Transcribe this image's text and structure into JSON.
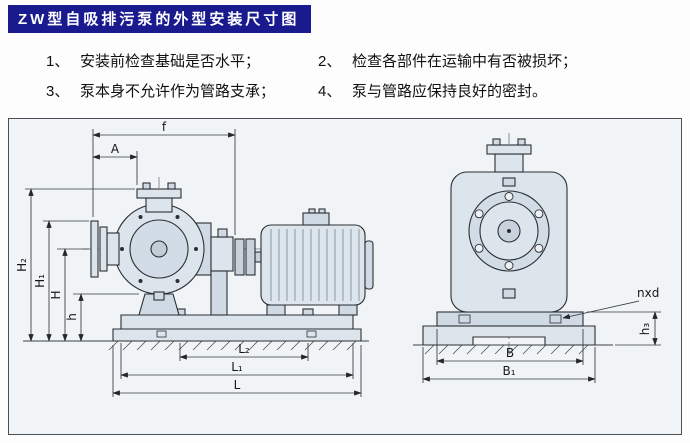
{
  "header": {
    "title": "ZW型自吸排污泵的外型安装尺寸图"
  },
  "notes": [
    {
      "num": "1、",
      "text": "安装前检查基础是否水平；"
    },
    {
      "num": "2、",
      "text": "检查各部件在运输中有否被损坏；"
    },
    {
      "num": "3、",
      "text": "泵本身不允许作为管路支承；"
    },
    {
      "num": "4、",
      "text": "泵与管路应保持良好的密封。"
    }
  ],
  "drawing": {
    "dims": {
      "f": "f",
      "A": "A",
      "H2": "H₂",
      "H1": "H₁",
      "H": "H",
      "h": "h",
      "L2": "L₂",
      "L1": "L₁",
      "L": "L",
      "B": "B",
      "B1": "B₁",
      "nxd": "nxd",
      "h3": "h₃"
    },
    "colors": {
      "title_bg": "#1a1a8f",
      "title_fg": "#ffffff",
      "line": "#2b2f33",
      "fill_light": "#dce4ec",
      "fill_mid": "#d0dae4",
      "drawing_bg": "#f0f4f7"
    }
  }
}
